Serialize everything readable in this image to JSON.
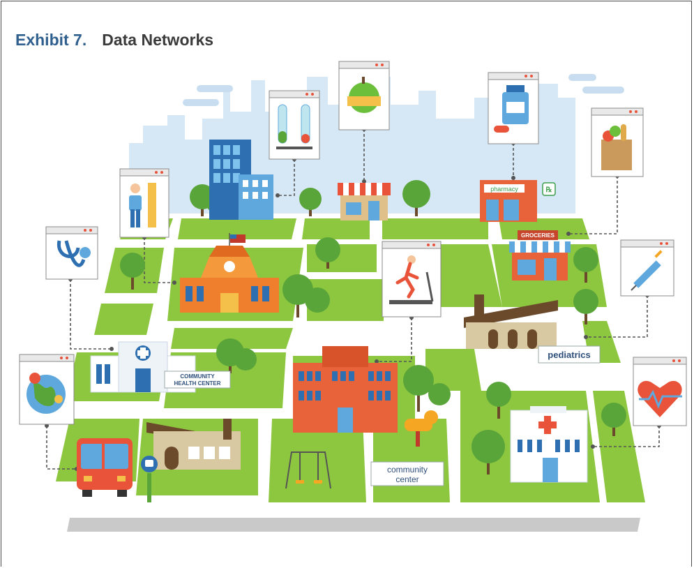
{
  "title": {
    "exhibit": "Exhibit 7.",
    "name": "Data Networks"
  },
  "labels": {
    "pharmacy": "pharmacy",
    "groceries": "GROCERIES",
    "chc_line1": "COMMUNITY",
    "chc_line2": "HEALTH CENTER",
    "pediatrics": "pediatrics",
    "cc_line1": "community",
    "cc_line2": "center"
  },
  "icons": [
    "person-height-icon",
    "stethoscope-icon",
    "globe-location-icon",
    "lab-test-tubes-icon",
    "apple-measure-icon",
    "medicine-bottle-icon",
    "grocery-bag-icon",
    "treadmill-icon",
    "syringe-icon",
    "heart-rate-icon"
  ],
  "colors": {
    "title_blue": "#2f5f8e",
    "grass": "#8dc63f",
    "path": "#ffffff",
    "sky": "#cfe3f3",
    "brick": "#e8633a",
    "school": "#f07f2d"
  }
}
